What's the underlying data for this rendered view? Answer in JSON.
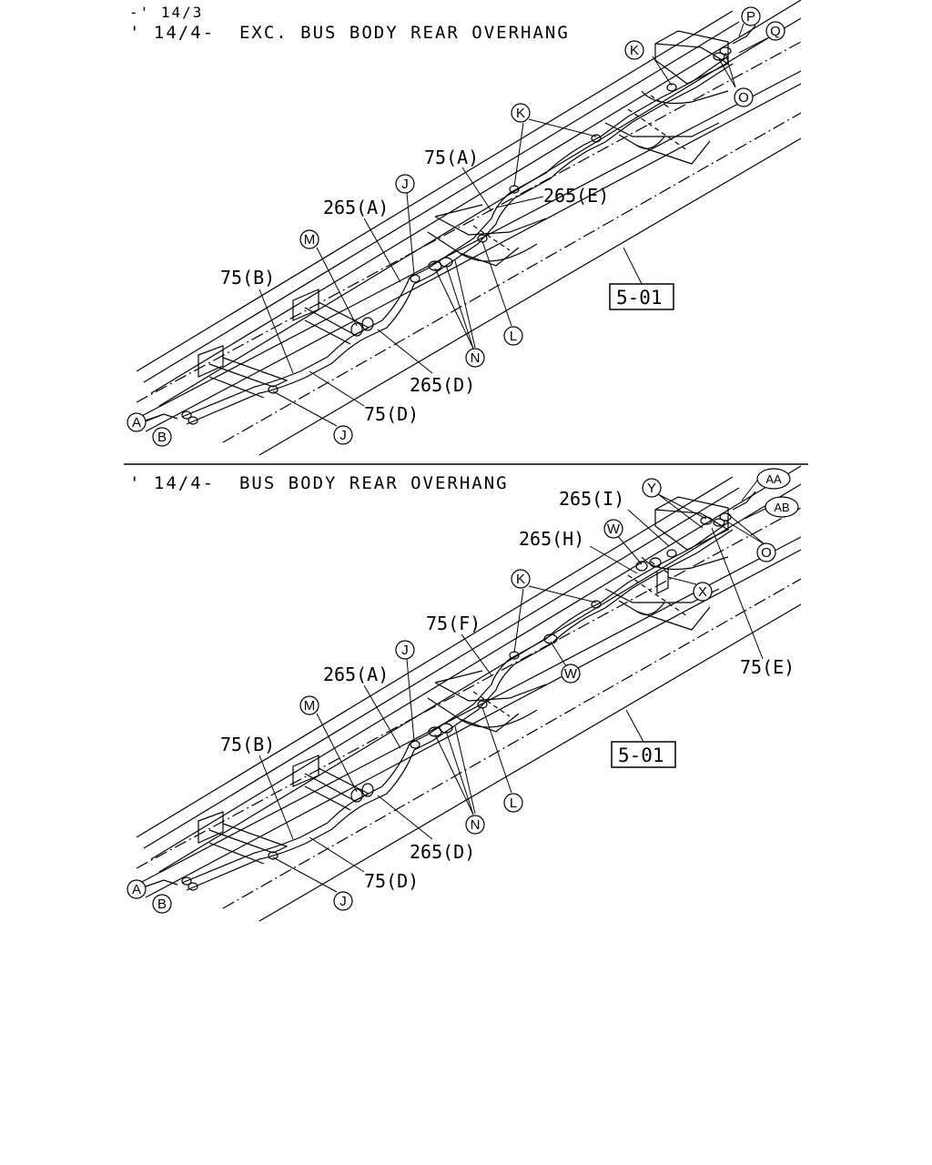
{
  "sections": [
    {
      "header_line1": "-' 14/3",
      "header_line2": "' 14/4-  EXC. BUS BODY REAR OVERHANG",
      "ref_box": "5-01",
      "labels": {
        "l75a": "75(A)",
        "l265a": "265(A)",
        "l265e": "265(E)",
        "l75b": "75(B)",
        "l265d": "265(D)",
        "l75d": "75(D)"
      },
      "callouts": {
        "P": "P",
        "Q": "Q",
        "K1": "K",
        "O": "O",
        "K2": "K",
        "J1": "J",
        "M": "M",
        "N": "N",
        "L": "L",
        "J2": "J",
        "A": "A",
        "B": "B"
      }
    },
    {
      "header_line1": "",
      "header_line2": "' 14/4-  BUS BODY REAR OVERHANG",
      "ref_box": "5-01",
      "labels": {
        "l265i": "265(I)",
        "l265h": "265(H)",
        "l75f": "75(F)",
        "l265a": "265(A)",
        "l75e": "75(E)",
        "l75b": "75(B)",
        "l265d": "265(D)",
        "l75d": "75(D)"
      },
      "callouts": {
        "AA": "AA",
        "AB": "AB",
        "Y": "Y",
        "O": "O",
        "W1": "W",
        "X": "X",
        "K": "K",
        "W2": "W",
        "J1": "J",
        "M": "M",
        "N": "N",
        "L": "L",
        "J2": "J",
        "A": "A",
        "B": "B"
      }
    }
  ]
}
